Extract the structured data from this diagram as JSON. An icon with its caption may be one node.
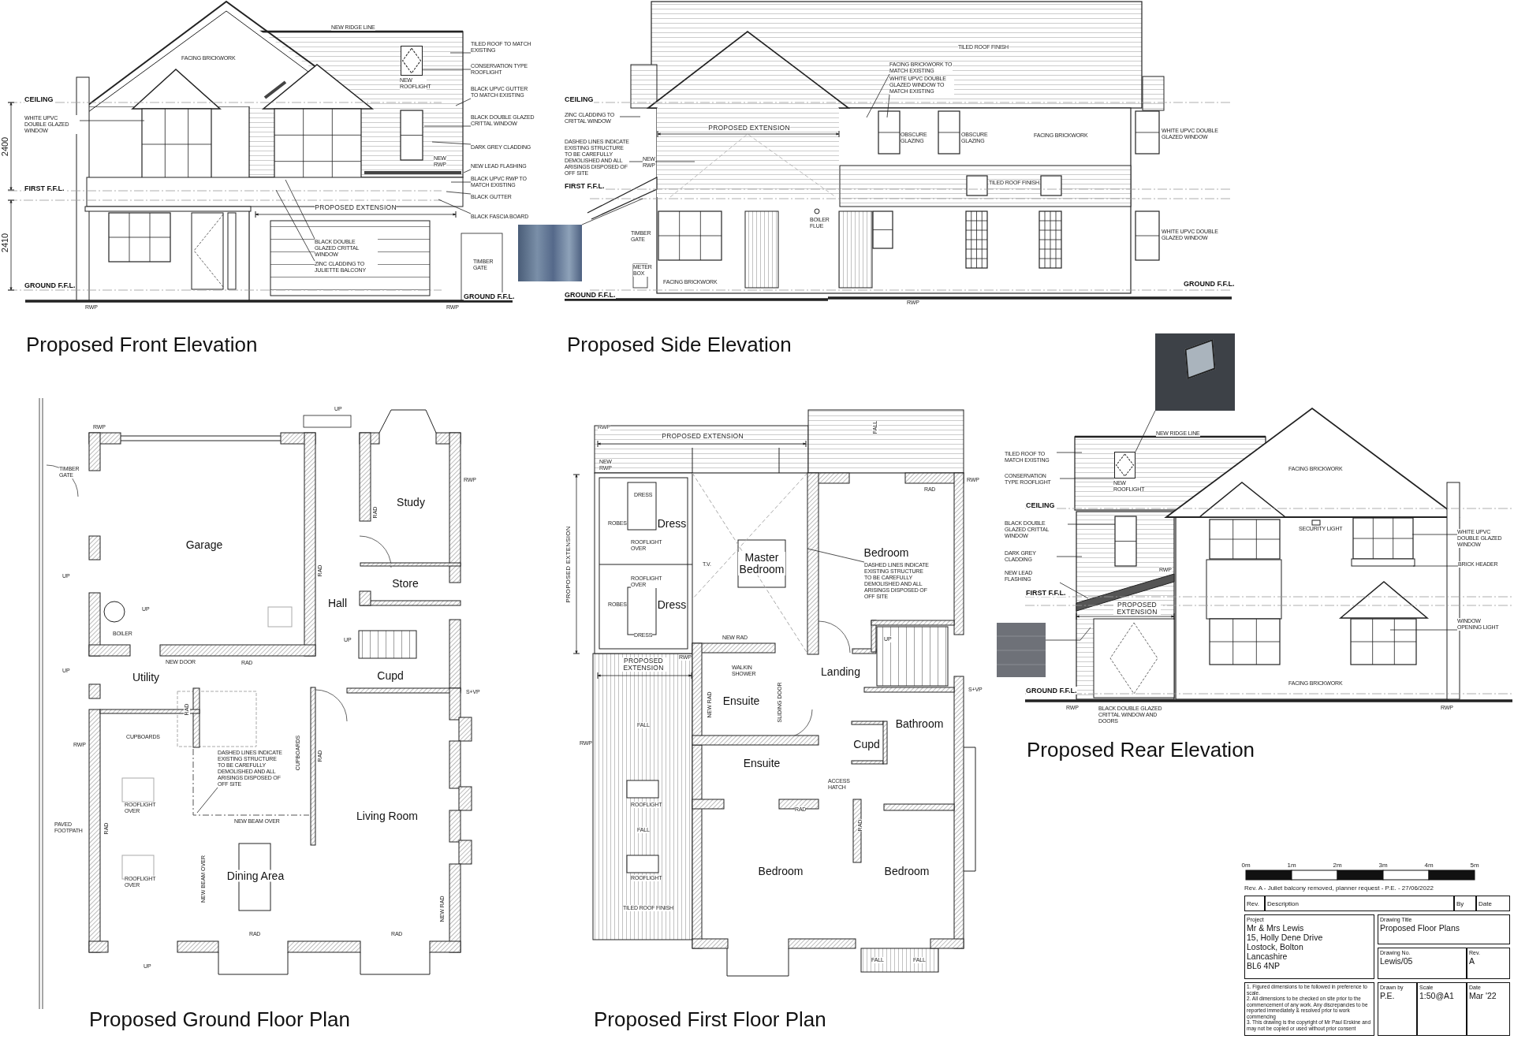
{
  "diagram": {
    "nodes": [
      {
        "text": [
          "TILED ROOF TO MATCH EXISTING"
        ]
      },
      {
        "text": [
          "CONSERVATION TYPE ROOFLIGHT"
        ]
      },
      {
        "text": [
          "BLACK UPVC GUTTER TO MATCH EXISTING"
        ]
      },
      {
        "text": [
          "BLACK DOUBLE GLAZED CRITTAL WINDOW"
        ]
      },
      {
        "text": [
          "DARK GREY CLADDING"
        ]
      },
      {
        "text": [
          "NEW LEAD FLASHING"
        ]
      },
      {
        "text": [
          "BLACK UPVC RWP TO MATCH EXISTING"
        ]
      },
      {
        "text": [
          "BLACK GUTTER"
        ]
      },
      {
        "text": [
          "BLACK FASCIA BOARD"
        ]
      },
      {
        "text": [
          "WHITE UPVC DOUBLE GLAZED WINDOW"
        ]
      },
      {
        "text": [
          "BLACK DOUBLE GLAZED CRITTAL WINDOW"
        ]
      },
      {
        "text": [
          "ZINC CLADDING TO JULIETTE BALCONY"
        ]
      },
      {
        "text": [],
        "shape": "picture"
      },
      {
        "text": [
          "FACING BRICKWORK TO MATCH EXISTING"
        ]
      },
      {
        "text": [
          "WHITE UPVC DOUBLE GLAZED WINDOW TO MATCH EXISTING"
        ]
      },
      {
        "text": [
          "ZINC CLADDING TO CRITTAL WINDOW"
        ]
      },
      {
        "text": [
          "DASHED LINES INDICATE EXISTING STRUCTURE TO BE CAREFULLY DEMOLISHED AND ALL ARISINGS DISPOSED OF OFF SITE"
        ]
      },
      {
        "text": [],
        "shape": "picture"
      },
      {
        "text": [
          "TILED ROOF TO MATCH EXISTING"
        ]
      },
      {
        "text": [
          "CONSERVATION TYPE ROOFLIGHT"
        ]
      },
      {
        "text": [
          "BLACK DOUBLE GLAZED CRITTAL WINDOW"
        ]
      },
      {
        "text": [
          "DARK GREY CLADDING"
        ]
      },
      {
        "text": [
          "NEW LEAD FLASHING"
        ]
      },
      {
        "text": [
          "WHITE UPVC DOUBLE GLAZED WINDOW"
        ]
      },
      {
        "text": [
          "BRICK HEADER"
        ]
      },
      {
        "text": [
          "WINDOW OPENING LIGHT"
        ]
      },
      {
        "text": [],
        "shape": "picture"
      },
      {
        "text": [
          "DASHED LINES INDICATE EXISTING STRUCTURE TO BE CAREFULLY DEMOLISHED AND ALL ARISINGS DISPOSED OF OFF SITE"
        ]
      },
      {
        "text": [
          "DASHED LINES INDICATE EXISTING STRUCTURE TO BE CAREFULLY DEMOLISHED AND ALL ARISINGS DISPOSED OF OFF SITE"
        ]
      },
      {
        "text": [],
        "shape": "box",
        "beside": [
          "NEW ROOFLIGHT"
        ]
      },
      {
        "text": [],
        "shape": "box",
        "beside": [
          "NEW ROOFLIGHT"
        ]
      }
    ],
    "edges": [
      {
        "from": 0,
        "to": null,
        "arrow": "none"
      },
      {
        "from": 1,
        "to": 29,
        "arrow": "none"
      },
      {
        "from": 2,
        "to": null,
        "arrow": "none"
      },
      {
        "from": 3,
        "to": null,
        "arrow": "none"
      },
      {
        "from": 4,
        "to": null,
        "arrow": "none"
      },
      {
        "from": 5,
        "to": null,
        "arrow": "none"
      },
      {
        "from": 6,
        "to": null,
        "arrow": "none"
      },
      {
        "from": 7,
        "to": null,
        "arrow": "none"
      },
      {
        "from": 8,
        "to": null,
        "arrow": "none"
      },
      {
        "from": 9,
        "to": null,
        "arrow": "none"
      },
      {
        "from": 10,
        "to": null,
        "arrow": "none"
      },
      {
        "from": 11,
        "to": null,
        "arrow": "none"
      },
      {
        "from": 12,
        "to": null,
        "arrow": "none"
      },
      {
        "from": 13,
        "to": null,
        "arrow": "none"
      },
      {
        "from": 14,
        "to": null,
        "arrow": "none"
      },
      {
        "from": 15,
        "to": null,
        "arrow": "none"
      },
      {
        "from": 16,
        "to": null,
        "arrow": "none"
      },
      {
        "from": 17,
        "to": 30,
        "arrow": "none"
      },
      {
        "from": 18,
        "to": null,
        "arrow": "none"
      },
      {
        "from": 19,
        "to": 30,
        "arrow": "none"
      },
      {
        "from": 20,
        "to": null,
        "arrow": "none"
      },
      {
        "from": 21,
        "to": null,
        "arrow": "none"
      },
      {
        "from": 22,
        "to": null,
        "arrow": "none"
      },
      {
        "from": 23,
        "to": null,
        "arrow": "none"
      },
      {
        "from": 24,
        "to": null,
        "arrow": "none"
      },
      {
        "from": 25,
        "to": null,
        "arrow": "none"
      },
      {
        "from": 26,
        "to": null,
        "arrow": "none"
      },
      {
        "from": 27,
        "to": null,
        "arrow": "none"
      },
      {
        "from": 28,
        "to": null,
        "arrow": "none"
      }
    ],
    "labels": [
      "NEW RIDGE LINE",
      "FACING BRICKWORK",
      "NEW RWP",
      "PROPOSED EXTENSION",
      "TIMBER GATE",
      "CEILING",
      "FIRST F.F.L.",
      "GROUND F.F.L.",
      "GROUND F.F.L.",
      "RWP",
      "RWP",
      "2400",
      "2410",
      "Proposed Front Elevation",
      "TILED ROOF FINISH",
      "OBSCURE GLAZING",
      "OBSCURE GLAZING",
      "FACING BRICKWORK",
      "WHITE UPVC DOUBLE GLAZED WINDOW",
      "TILED ROOF FINISH",
      "WHITE UPVC DOUBLE GLAZED WINDOW",
      "CEILING",
      "PROPOSED EXTENSION",
      "NEW RWP",
      "FIRST F.F.L.",
      "TIMBER GATE",
      "BOILER FLUE",
      "METER BOX",
      "FACING BRICKWORK",
      "GROUND F.F.L.",
      "GROUND F.F.L.",
      "RWP",
      "Proposed Side Elevation",
      "NEW RIDGE LINE",
      "CEILING",
      "FACING BRICKWORK",
      "SECURITY LIGHT",
      "RWP",
      "FIRST F.F.L.",
      "PROPOSED EXTENSION",
      "FACING BRICKWORK",
      "GROUND F.F.L.",
      "RWP",
      "BLACK DOUBLE GLAZED CRITTAL WINDOW AND DOORS",
      "RWP",
      "Proposed Rear Elevation",
      "UP",
      "RWP",
      "TIMBER GATE",
      "RWP",
      "Study",
      "RAD",
      "Garage",
      "RAD",
      "UP",
      "Store",
      "Hall",
      "UP",
      "BOILER",
      "UP",
      "NEW DOOR",
      "RAD",
      "UP",
      "Utility",
      "Cupd",
      "S+VP",
      "RAD",
      "CUPBOARDS",
      "RWP",
      "CUPBOARDS",
      "RAD",
      "ROOFLIGHT OVER",
      "NEW BEAM OVER",
      "Living Room",
      "PAVED FOOTPATH",
      "RAD",
      "NEW BEAM OVER",
      "Dining Area",
      "ROOFLIGHT OVER",
      "NEW RAD",
      "RAD",
      "RAD",
      "UP",
      "Proposed Ground Floor Plan",
      "RWP",
      "FALL",
      "PROPOSED EXTENSION",
      "NEW RWP",
      "RWP",
      "DRESS",
      "RAD",
      "ROBES",
      "Dress",
      "PROPOSED EXTENSION",
      "ROOFLIGHT OVER",
      "T.V.",
      "Master Bedroom",
      "Bedroom",
      "ROOFLIGHT OVER",
      "ROBES",
      "Dress",
      "DRESS",
      "NEW RAD",
      "UP",
      "PROPOSED EXTENSION",
      "RWP",
      "WALKIN SHOWER",
      "Landing",
      "S+VP",
      "Ensuite",
      "NEW RAD",
      "SLIDING DOOR",
      "Bathroom",
      "FALL",
      "RWP",
      "Cupd",
      "Ensuite",
      "ACCESS HATCH",
      "RAD",
      "ROOFLIGHT",
      "RAD",
      "FALL",
      "Bedroom",
      "Bedroom",
      "ROOFLIGHT",
      "TILED ROOF FINISH",
      "FALL",
      "FALL",
      "Proposed First Floor Plan",
      "0m",
      "1m",
      "2m",
      "3m",
      "4m",
      "5m",
      "Rev. A - Juliet balcony removed, planner request - P.E. - 27/06/2022",
      "Rev.",
      "Description",
      "By",
      "Date",
      "Project",
      "Mr & Mrs Lewis",
      "15, Holly Dene Drive",
      "Lostock, Bolton",
      "Lancashire",
      "BL6 4NP",
      "Drawing Title",
      "Proposed Floor Plans",
      "Drawing No.",
      "Lewis/05",
      "Rev.",
      "A",
      "1. Figured dimensions to be followed in preference to scale.",
      "2. All dimensions to be checked on site prior to the commencement of any work. Any discrepancies to be reported immediately & resolved prior to work commencing",
      "3. This drawing is the copyright of Mr Paul Erskine and may not be copied or used without prior consent",
      "Drawn by",
      "P.E.",
      "Scale",
      "1:50@A1",
      "Date",
      "Mar '22"
    ]
  }
}
